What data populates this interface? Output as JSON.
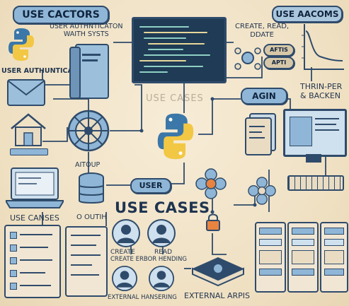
{
  "labels": {
    "use_cactors": "USE CACTORS",
    "use_aacoms": "USE AACOMS",
    "user_auth_with_systs": "USER AUTHNTICATON\nWAITH SYSTS",
    "user_authuntication": "USER AUTHUNTICATION",
    "create_read_date": "CREATE, READ,\nDDATE",
    "use_cases_faint": "USE CASES",
    "agin": "AGIN",
    "thrin_backend": "THRIN-PER\n& BACKEN",
    "aitoup": "AITOUP",
    "user_pill": "USER",
    "use_canses": "USE CANSES",
    "o_outih": "O OUTIH",
    "use_cases_title": "USE CASES",
    "create": "CREATE",
    "create_erbor_hending": "CREATE  ERBOR HENDING",
    "read": "READ",
    "external_hansering": "EXTERNAL HANSERING",
    "external_arpis": "EXTERNAL ARPIS",
    "aptis": "AFTIS",
    "apti_small": "APTI"
  },
  "colors": {
    "background": "#f3e6cf",
    "ink": "#2f4b6b",
    "accent_blue": "#8fb6d6",
    "python_blue": "#3b77a8",
    "python_yellow": "#f2c744",
    "accent_orange": "#e9833f"
  },
  "icons": [
    "python-logo",
    "envelope-icon",
    "house-icon",
    "laptop-icon",
    "database-icon",
    "gear-network-icon",
    "flower-icon",
    "user-icon",
    "book-icon",
    "monitor-icon",
    "chart-icon",
    "clipboard-icon",
    "lock-icon"
  ]
}
